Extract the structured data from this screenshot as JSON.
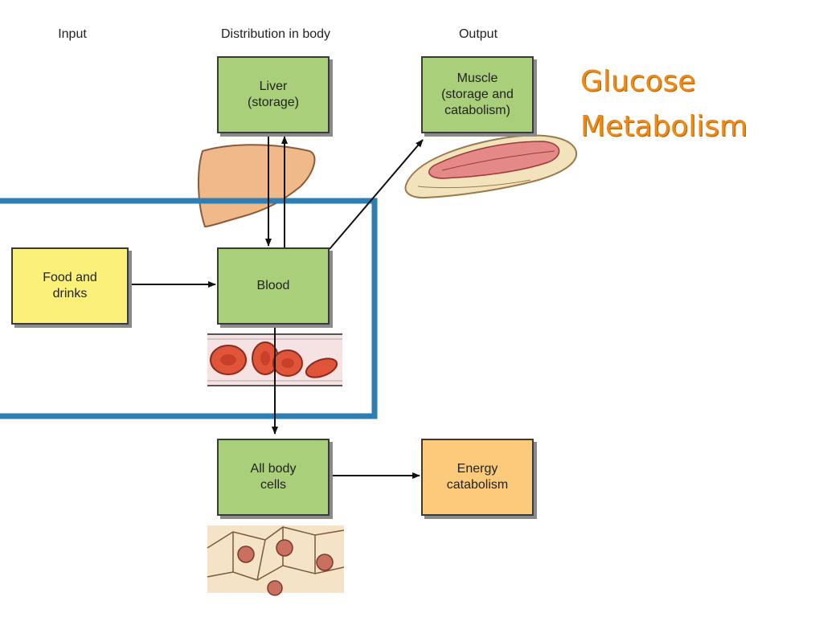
{
  "title": "Glucose\nMetabolism",
  "columns": {
    "input": "Input",
    "distribution": "Distribution in body",
    "output": "Output"
  },
  "boxes": {
    "liver": "Liver\n(storage)",
    "muscle": "Muscle\n(storage and\ncatabolism)",
    "food": "Food and\ndrinks",
    "blood": "Blood",
    "cells": "All body\ncells",
    "energy": "Energy\ncatabolism"
  },
  "colors": {
    "green_box": "#a9cf7a",
    "yellow_box": "#fbf17a",
    "orange_box": "#fbca7a",
    "highlight_frame": "#2e7db3",
    "title": "#f08a16"
  }
}
